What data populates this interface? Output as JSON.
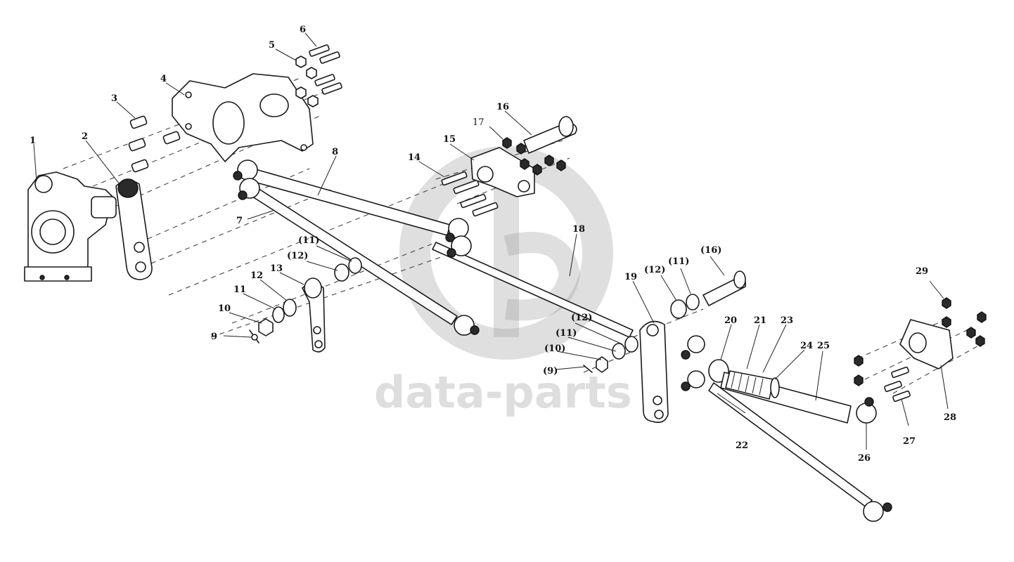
{
  "watermark": {
    "text": "data-parts"
  },
  "callouts": {
    "c1": "1",
    "c2": "2",
    "c3": "3",
    "c4": "4",
    "c5": "5",
    "c6": "6",
    "c7": "7",
    "c8": "8",
    "c9": "9",
    "c10": "10",
    "c11": "11",
    "c12": "12",
    "c13": "13",
    "c14": "14",
    "c15": "15",
    "c16": "16",
    "c17": "17",
    "c18": "18",
    "c19": "19",
    "c20": "20",
    "c21": "21",
    "c22": "22",
    "c23": "23",
    "c24": "24",
    "c25": "25",
    "c26": "26",
    "c27": "27",
    "c28": "28",
    "c29": "29",
    "p9": "(9)",
    "p10": "(10)",
    "p11a": "(11)",
    "p11b": "(11)",
    "p11c": "(11)",
    "p12a": "(12)",
    "p12b": "(12)",
    "p12c": "(12)",
    "p16": "(16)"
  }
}
